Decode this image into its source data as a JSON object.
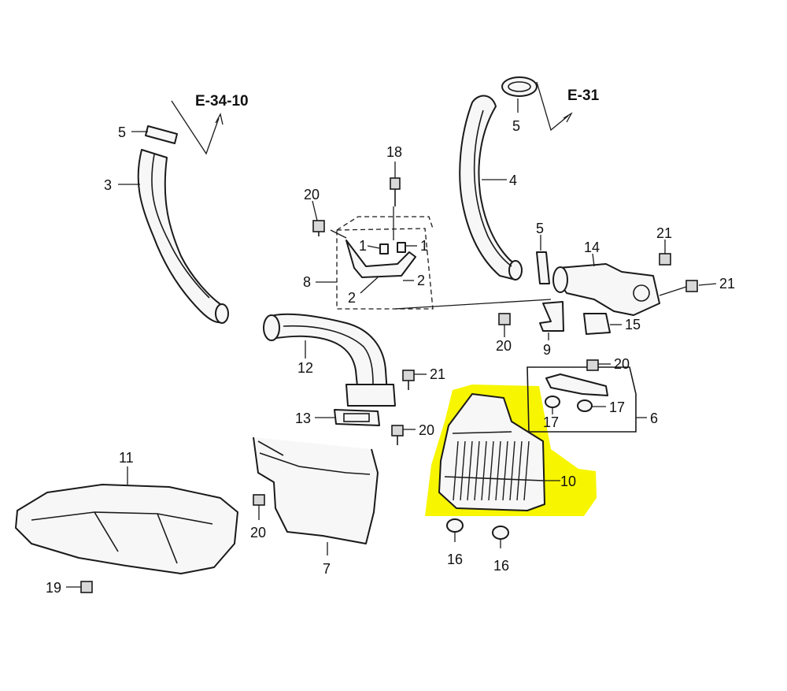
{
  "diagram": {
    "references": [
      "E-34-10",
      "E-31"
    ],
    "labels": {
      "p5a": "5",
      "p3": "3",
      "p5b": "5",
      "p4": "4",
      "p18": "18",
      "p20a": "20",
      "p1a": "1",
      "p1b": "1",
      "p8": "8",
      "p2a": "2",
      "p2b": "2",
      "p5c": "5",
      "p14": "14",
      "p21a": "21",
      "p21b": "21",
      "p15": "15",
      "p20b": "20",
      "p9": "9",
      "p12": "12",
      "p21c": "21",
      "p20c": "20",
      "p17a": "17",
      "p17b": "17",
      "p6": "6",
      "p13": "13",
      "p20d": "20",
      "p10": "10",
      "p11": "11",
      "p20e": "20",
      "p7": "7",
      "p16a": "16",
      "p16b": "16",
      "p19": "19"
    },
    "highlight": {
      "part": "10",
      "color": "#f7f500"
    }
  }
}
